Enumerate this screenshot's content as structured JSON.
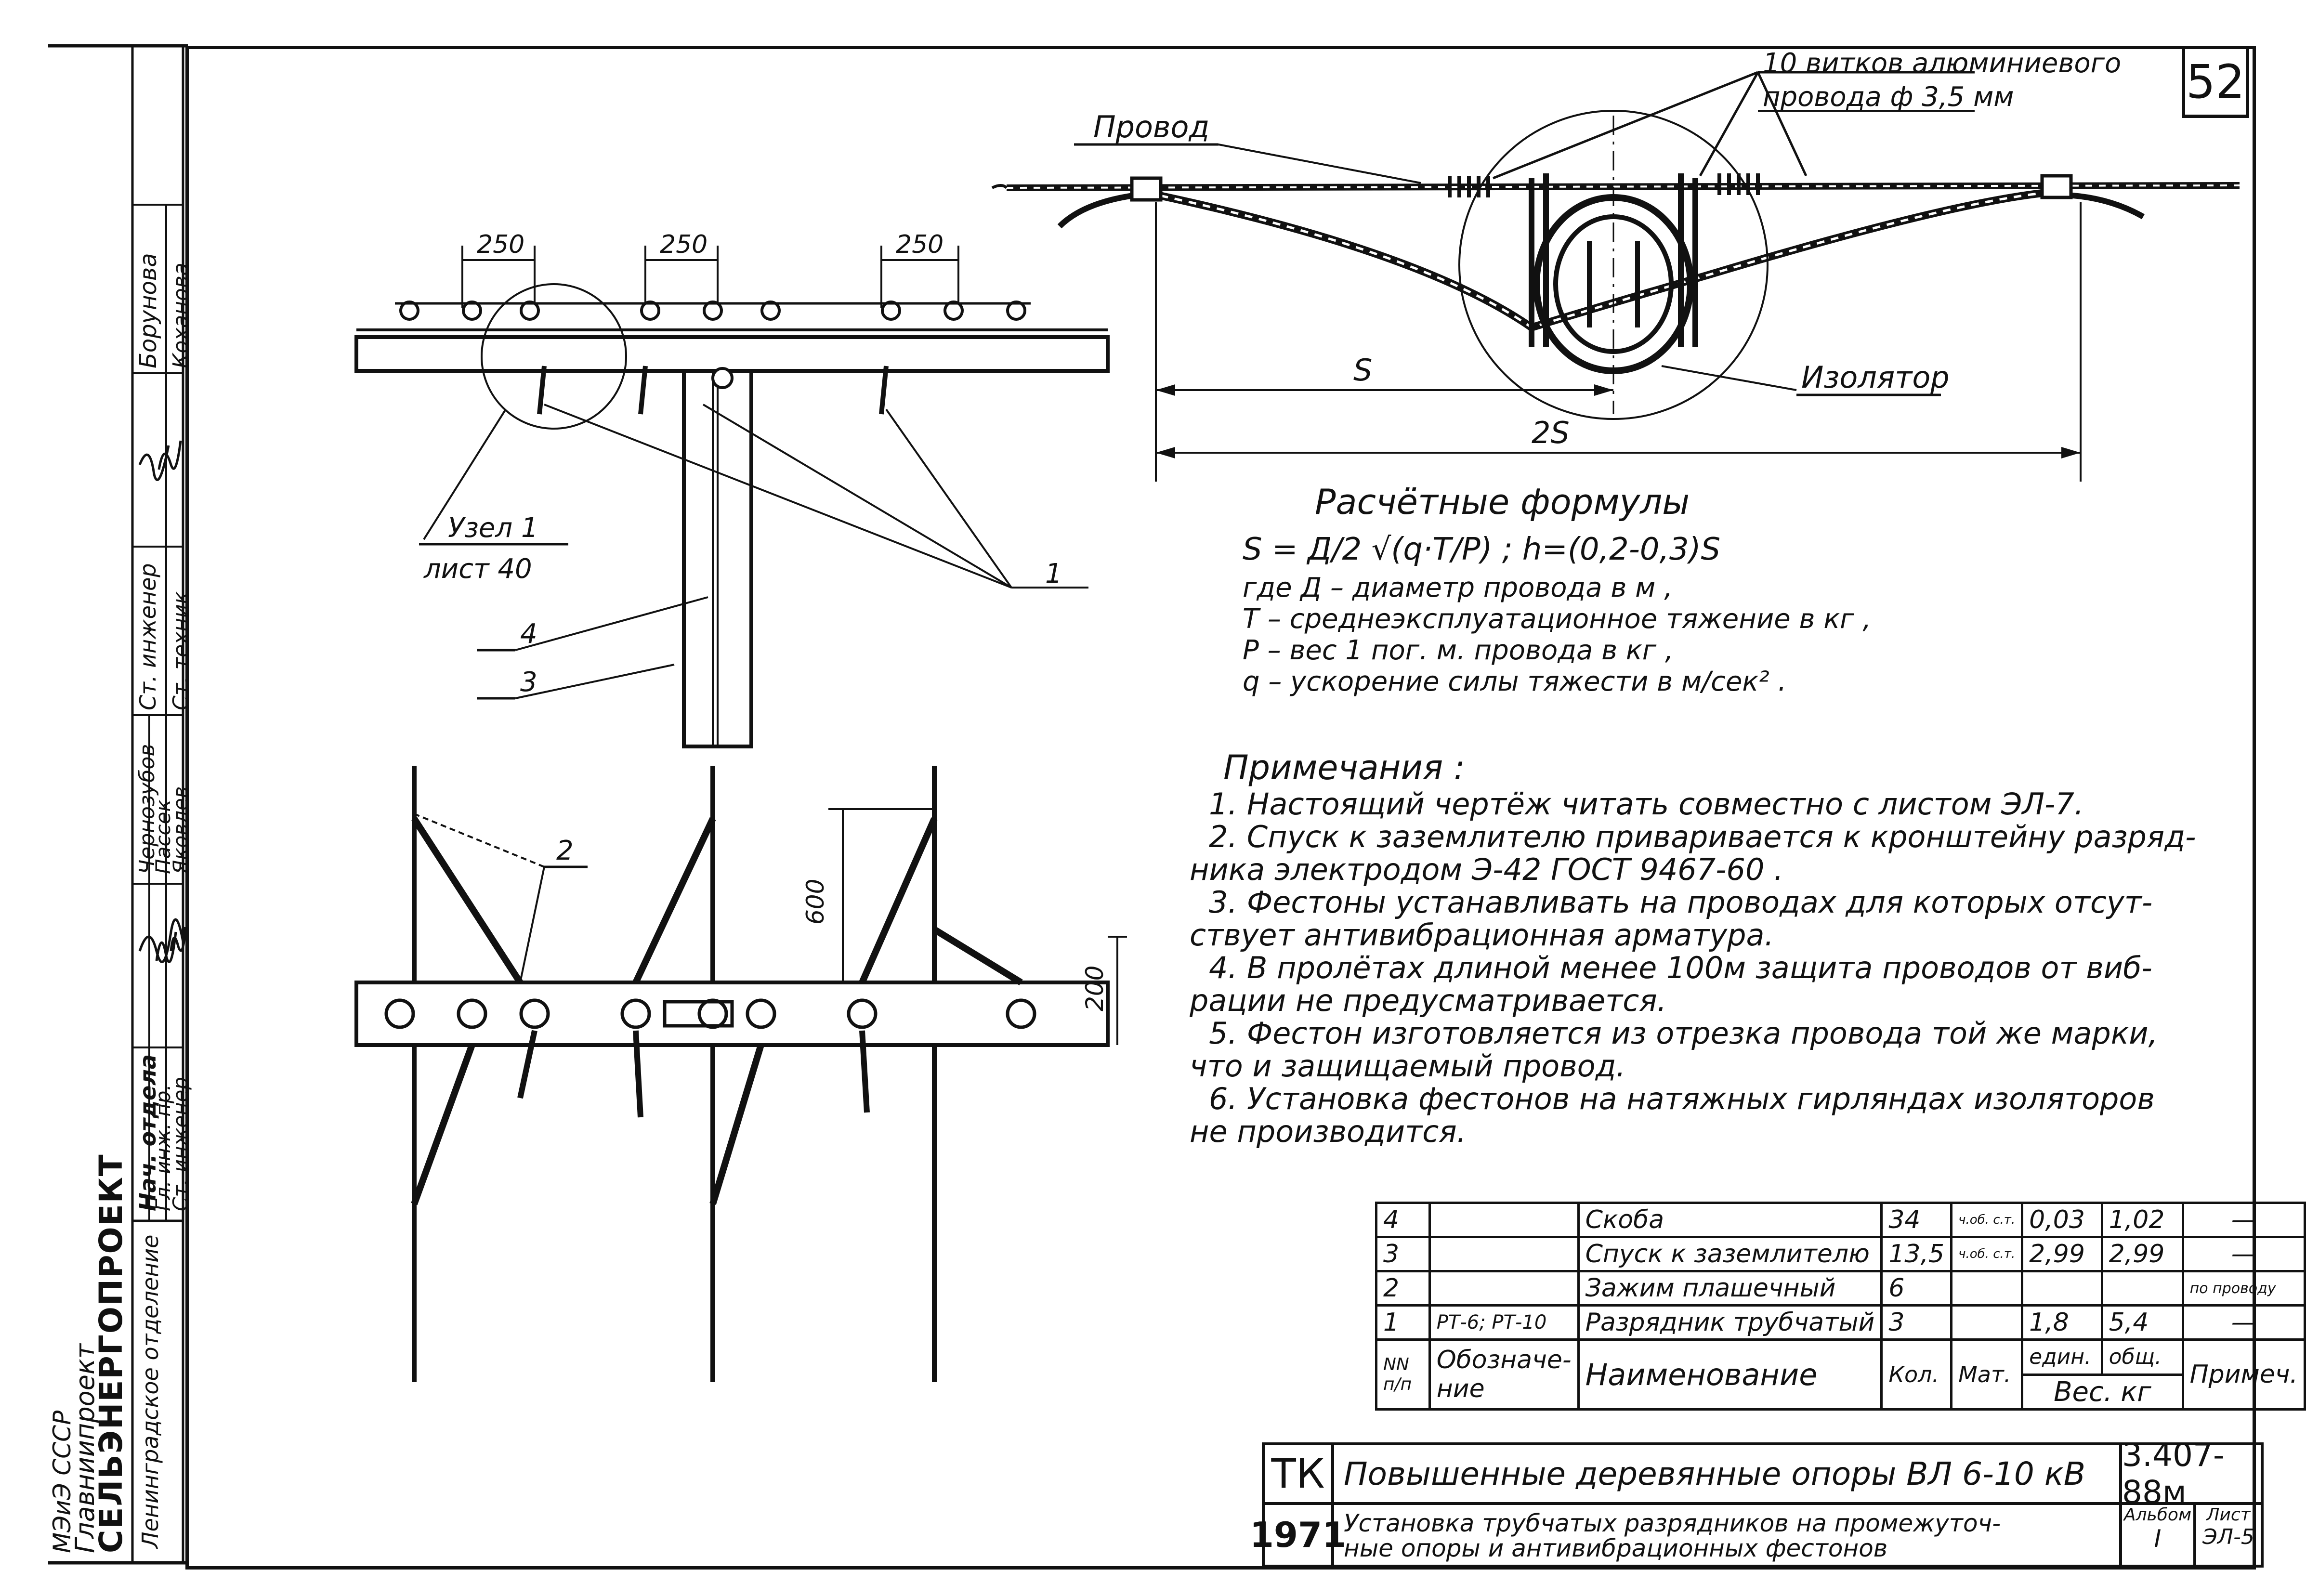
{
  "sheet_number": "52",
  "top_drawing": {
    "labels": {
      "wire": "Провод",
      "turns": "10 витков алюминиевого",
      "turns2": "провода ф 3,5 мм",
      "insulator": "Изолятор",
      "s": "S",
      "two_s": "2S"
    }
  },
  "left_drawing": {
    "dims": [
      "250",
      "250",
      "250"
    ],
    "node": "Узел 1",
    "node_sheet": "лист 40",
    "callouts": [
      "1",
      "4",
      "3"
    ]
  },
  "plan_drawing": {
    "dims": [
      "600",
      "200"
    ],
    "callout": "2"
  },
  "formulas": {
    "title": "Расчётные формулы",
    "formula": "S = Д/2 √(q·T/P) ;   h=(0,2-0,3)S",
    "lines": [
      "где  Д – диаметр провода в м ,",
      "T  – среднеэксплуатационное тяжение в кг ,",
      "P  – вес 1 пог. м. провода  в кг ,",
      "q  – ускорение силы тяжести в м/сек² ."
    ]
  },
  "notes": {
    "title": "Примечания :",
    "items": [
      "1. Настоящий чертёж читать совместно с листом ЭЛ-7.",
      "2. Спуск к заземлителю приваривается к кронштейну разряд-",
      "ника электродом Э-42  ГОСТ 9467-60 .",
      "3. Фестоны устанавливать на проводах для которых отсут-",
      "ствует антивибрационная арматура.",
      "4. В пролётах длиной менее 100м  защита проводов от виб-",
      "рации не предусматривается.",
      "5. Фестон изготовляется из отрезка провода той же марки,",
      "что и защищаемый провод.",
      "6. Установка фестонов на натяжных гирляндах изоляторов",
      "не производится."
    ]
  },
  "spec_table": {
    "rows": [
      [
        "4",
        "",
        "Скоба",
        "34",
        "ч.об. с.т.",
        "0,03",
        "1,02",
        "—"
      ],
      [
        "3",
        "",
        "Спуск к заземлителю",
        "13,5",
        "ч.об. с.т.",
        "2,99",
        "2,99",
        "—"
      ],
      [
        "2",
        "",
        "Зажим плашечный",
        "6",
        "",
        "",
        "",
        "по проводу"
      ],
      [
        "1",
        "РТ-6; РТ-10",
        "Разрядник трубчатый",
        "3",
        "",
        "1,8",
        "5,4",
        "—"
      ]
    ],
    "header": {
      "num": "NN п/п",
      "designation": "Обозначе- ние",
      "name": "Наименование",
      "qty": "Кол.",
      "mat": "Мат.",
      "unit": "един.",
      "total": "общ.",
      "weight": "Вес.  кг",
      "note": "Примеч."
    }
  },
  "title_block": {
    "tk": "ТК",
    "year": "1971",
    "title": "Повышенные деревянные опоры ВЛ 6-10 кВ",
    "subtitle1": "Установка трубчатых разрядников на промежуточ-",
    "subtitle2": "ные опоры и антивибрационных фестонов",
    "code": "3.407-88м",
    "album_label": "Альбом",
    "album": "I",
    "sheet_label": "Лист",
    "sheet": "ЭЛ-5"
  },
  "left_stamp": {
    "org1": "МЭиЭ   СССР",
    "org2": "Главниипроект",
    "org3": "СЕЛЬЭНЕРГОПРОЕКТ",
    "org4": "Ленинградское отделение",
    "roles": [
      "Нач. отдела",
      "Гл. инж. пр.",
      "Ст. инженер"
    ],
    "roles2": [
      "Ст. инженер",
      "Ст. техник"
    ],
    "names": [
      "Чернозубов",
      "Пассек",
      "Яковлев"
    ],
    "names2": [
      "Борунова",
      "Коханова"
    ]
  }
}
